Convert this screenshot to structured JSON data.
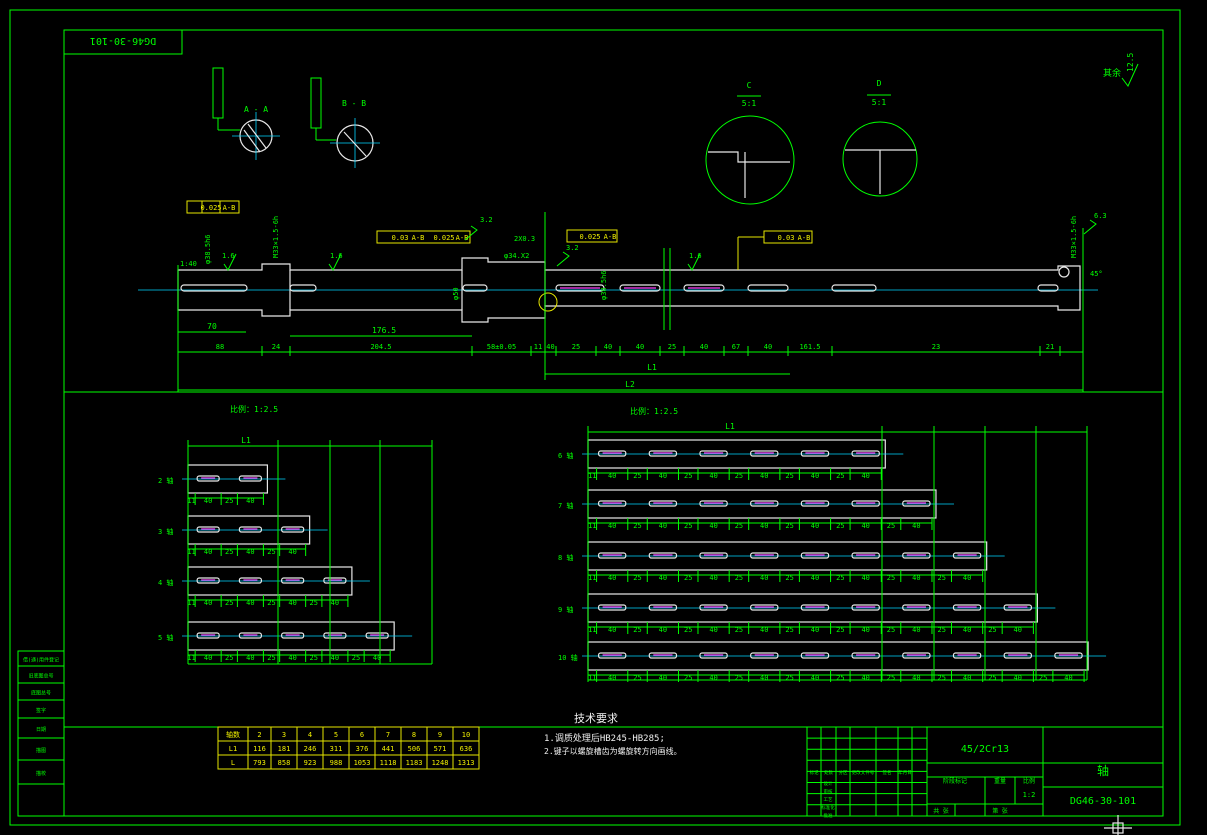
{
  "drawing": {
    "code": "DG46-30-101",
    "code_mirrored": "DG46-30-101",
    "roughness_other": "其余",
    "roughness_other_value": "12.5",
    "section_labels": {
      "aa": "A - A",
      "bb": "B - B",
      "c": "C",
      "d": "D"
    },
    "detail_scale": "5:1",
    "layout_scale": "比例：1:2.5",
    "shaft_dimensions": [
      "88",
      "24",
      "204.5",
      "58±0.05",
      "11",
      "40",
      "25",
      "40",
      "40",
      "25",
      "40",
      "67",
      "40",
      "161.5",
      "23",
      "21"
    ],
    "sub_dimensions": [
      "70",
      "176.5"
    ],
    "overall_labels": [
      "L1",
      "L2"
    ],
    "tolerance_frames": [
      "0.025",
      "A-B",
      "0.03",
      "A-B",
      "0.025",
      "A-B",
      "0.025",
      "A-B",
      "0.03",
      "A-B"
    ],
    "roughness_marks": [
      "1.6",
      "1.6",
      "3.2",
      "1.6",
      "6.3",
      "3.2"
    ],
    "chamfer_labels": [
      "1:40",
      "2X0.3",
      "45°"
    ],
    "diameter_labels": [
      "φ38.5h6",
      "φ50",
      "φ38.5h6",
      "M33×1.5-6h",
      "M33×1.5-6h",
      "φ34.X2"
    ]
  },
  "short_variants": [
    {
      "label": "2 轴",
      "dims": [
        "11",
        "40",
        "25",
        "40"
      ]
    },
    {
      "label": "3 轴",
      "dims": [
        "11",
        "40",
        "25",
        "40",
        "25",
        "40"
      ]
    },
    {
      "label": "4 轴",
      "dims": [
        "11",
        "40",
        "25",
        "40",
        "25",
        "40",
        "25",
        "40"
      ]
    },
    {
      "label": "5 轴",
      "dims": [
        "11",
        "40",
        "25",
        "40",
        "25",
        "40",
        "25",
        "40",
        "25",
        "40"
      ]
    }
  ],
  "long_variants": [
    {
      "label": "6 轴",
      "dims": [
        "11",
        "40",
        "25",
        "40",
        "25",
        "40",
        "25",
        "40",
        "25",
        "40",
        "25",
        "40"
      ]
    },
    {
      "label": "7 轴",
      "dims": [
        "11",
        "40",
        "25",
        "40",
        "25",
        "40",
        "25",
        "40",
        "25",
        "40",
        "25",
        "40",
        "25",
        "40"
      ]
    },
    {
      "label": "8 轴",
      "dims": [
        "11",
        "40",
        "25",
        "40",
        "25",
        "40",
        "25",
        "40",
        "25",
        "40",
        "25",
        "40",
        "25",
        "40",
        "25",
        "40"
      ]
    },
    {
      "label": "9 轴",
      "dims": [
        "11",
        "40",
        "25",
        "40",
        "25",
        "40",
        "25",
        "40",
        "25",
        "40",
        "25",
        "40",
        "25",
        "40",
        "25",
        "40",
        "25",
        "40"
      ]
    },
    {
      "label": "10 轴",
      "dims": [
        "11",
        "40",
        "25",
        "40",
        "25",
        "40",
        "25",
        "40",
        "25",
        "40",
        "25",
        "40",
        "25",
        "40",
        "25",
        "40",
        "25",
        "40",
        "25",
        "40"
      ]
    }
  ],
  "l1_label": "L1",
  "table": {
    "header": [
      "轴数",
      "2",
      "3",
      "4",
      "5",
      "6",
      "7",
      "8",
      "9",
      "10"
    ],
    "rows": [
      [
        "L1",
        "116",
        "181",
        "246",
        "311",
        "376",
        "441",
        "506",
        "571",
        "636"
      ],
      [
        "L",
        "793",
        "858",
        "923",
        "988",
        "1053",
        "1118",
        "1183",
        "1248",
        "1313"
      ]
    ]
  },
  "notes": {
    "title": "技术要求",
    "lines": [
      "1.调质处理后HB245-HB285;",
      "2.键子以螺旋槽齿为螺旋转方向画线。"
    ]
  },
  "title_block": {
    "material": "45/2Cr13",
    "part_name": "轴",
    "drawing_no": "DG46-30-101",
    "scale": "1:2",
    "scale_header": "比例",
    "weight_header": "重量",
    "stage_header": "阶段标记",
    "sheet_total": "共  张",
    "sheet_no": "第  张",
    "rev_headers": [
      "标记",
      "处数",
      "分区",
      "更改文件号",
      "签名",
      "年月日"
    ],
    "role_labels": [
      "设计",
      "审核",
      "工艺",
      "标准化",
      "批准"
    ]
  },
  "left_strip": [
    "借(通)用件登记",
    "旧底图总号",
    "底图总号",
    "签字",
    "日期",
    "描图",
    "描校"
  ]
}
